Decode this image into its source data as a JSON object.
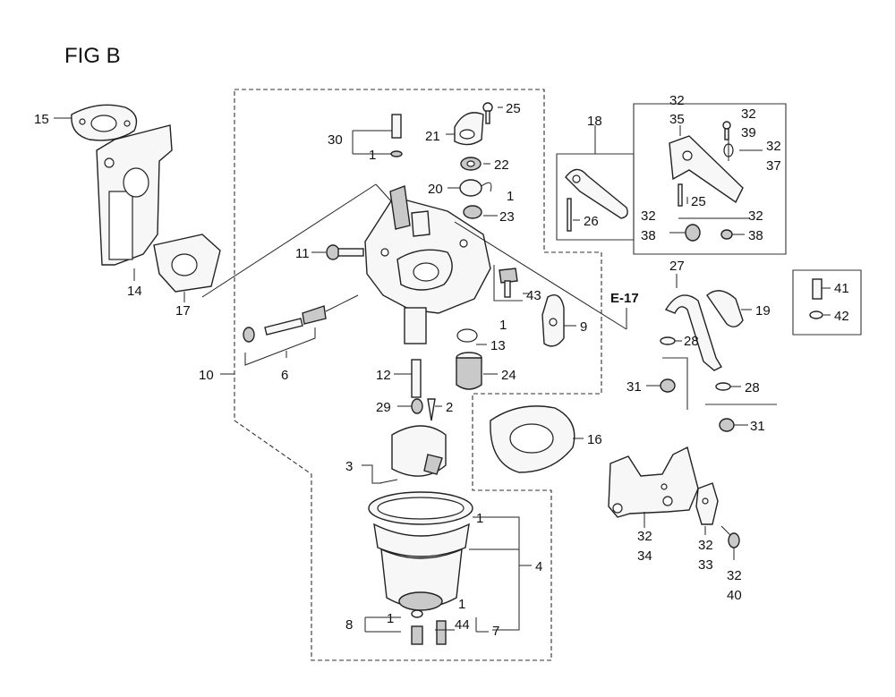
{
  "title": "FIG B",
  "reference": "E-17",
  "callouts": {
    "c15": "15",
    "c14": "14",
    "c17": "17",
    "c30": "30",
    "c1a": "1",
    "c25a": "25",
    "c21": "21",
    "c22": "22",
    "c20": "20",
    "c1b": "1",
    "c23": "23",
    "c11": "11",
    "c43": "43",
    "c6": "6",
    "c10": "10",
    "c1c": "1",
    "c13": "13",
    "c9": "9",
    "c12": "12",
    "c24": "24",
    "c29": "29",
    "c2": "2",
    "c16": "16",
    "c3": "3",
    "c1d": "1",
    "c4": "4",
    "c1e": "1",
    "c1f": "1",
    "c8": "8",
    "c44": "44",
    "c7": "7",
    "c18": "18",
    "c26a": "26",
    "c32a": "32",
    "c35": "35",
    "c32b": "32",
    "c39": "39",
    "c32c": "32",
    "c37": "37",
    "c25b": "25",
    "c32d": "32",
    "c38a": "38",
    "c32e": "32",
    "c38b": "38",
    "c27": "27",
    "c19": "19",
    "c28a": "28",
    "c28b": "28",
    "c31a": "31",
    "c31b": "31",
    "c41": "41",
    "c42": "42",
    "c32f": "32",
    "c34": "34",
    "c32g": "32",
    "c33": "33",
    "c32h": "32",
    "c40": "40"
  }
}
